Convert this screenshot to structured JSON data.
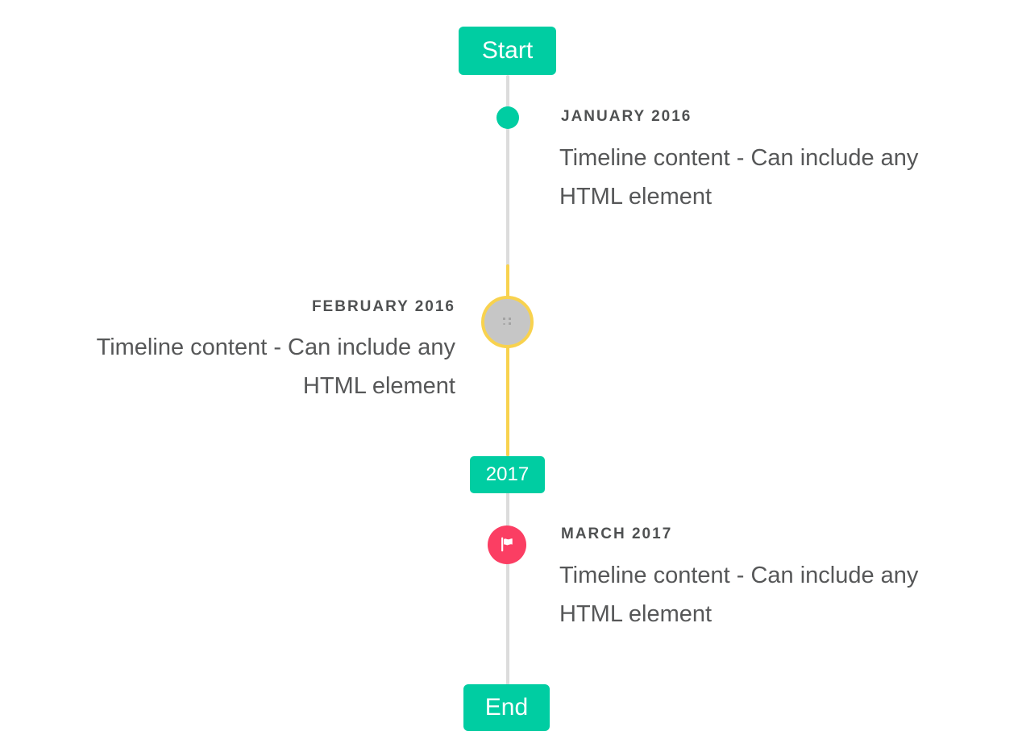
{
  "colors": {
    "teal": "#00cda2",
    "yellow": "#f8d24e",
    "red": "#fb3e63",
    "line": "#dcdcdc",
    "circleFill": "#c6c6c6",
    "headingText": "#4f5152",
    "bodyText": "#565758"
  },
  "icons": {
    "flag": "flag-icon",
    "image_placeholder": "image-placeholder-icon"
  },
  "timeline": {
    "start_badge": "Start",
    "period_badge": "2017",
    "end_badge": "End",
    "entries": [
      {
        "title": "JANUARY 2016",
        "content": "Timeline content - Can include any HTML element",
        "side": "right",
        "marker": "teal-dot"
      },
      {
        "title": "FEBRUARY 2016",
        "content": "Timeline content - Can include any HTML element",
        "side": "left",
        "marker": "image-circle-highlighted"
      },
      {
        "title": "MARCH 2017",
        "content": "Timeline content - Can include any HTML element",
        "side": "right",
        "marker": "flag-circle"
      }
    ]
  }
}
